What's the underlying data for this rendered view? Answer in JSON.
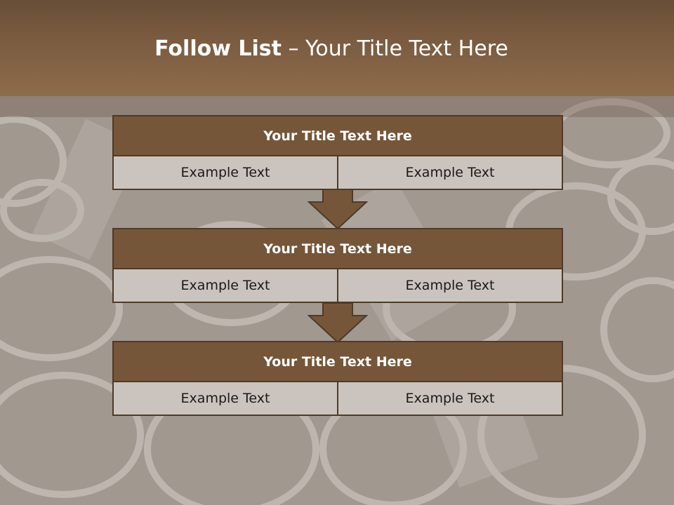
{
  "slide": {
    "title_bold": "Follow List",
    "title_rest": " – Your Title Text Here"
  },
  "blocks": [
    {
      "title": "Your Title Text Here",
      "left_text": "Example Text",
      "right_text": "Example Text"
    },
    {
      "title": "Your Title Text Here",
      "left_text": "Example Text",
      "right_text": "Example Text"
    },
    {
      "title": "Your Title Text Here",
      "left_text": "Example Text",
      "right_text": "Example Text"
    }
  ],
  "colors": {
    "header_brown": "#7a5b40",
    "block_title_fill": "#765639",
    "block_border": "#4e3a29",
    "cell_fill": "#cbc4be",
    "arrow_fill": "#765639"
  },
  "icons": [
    "down-arrow-connector",
    "down-arrow-connector"
  ]
}
